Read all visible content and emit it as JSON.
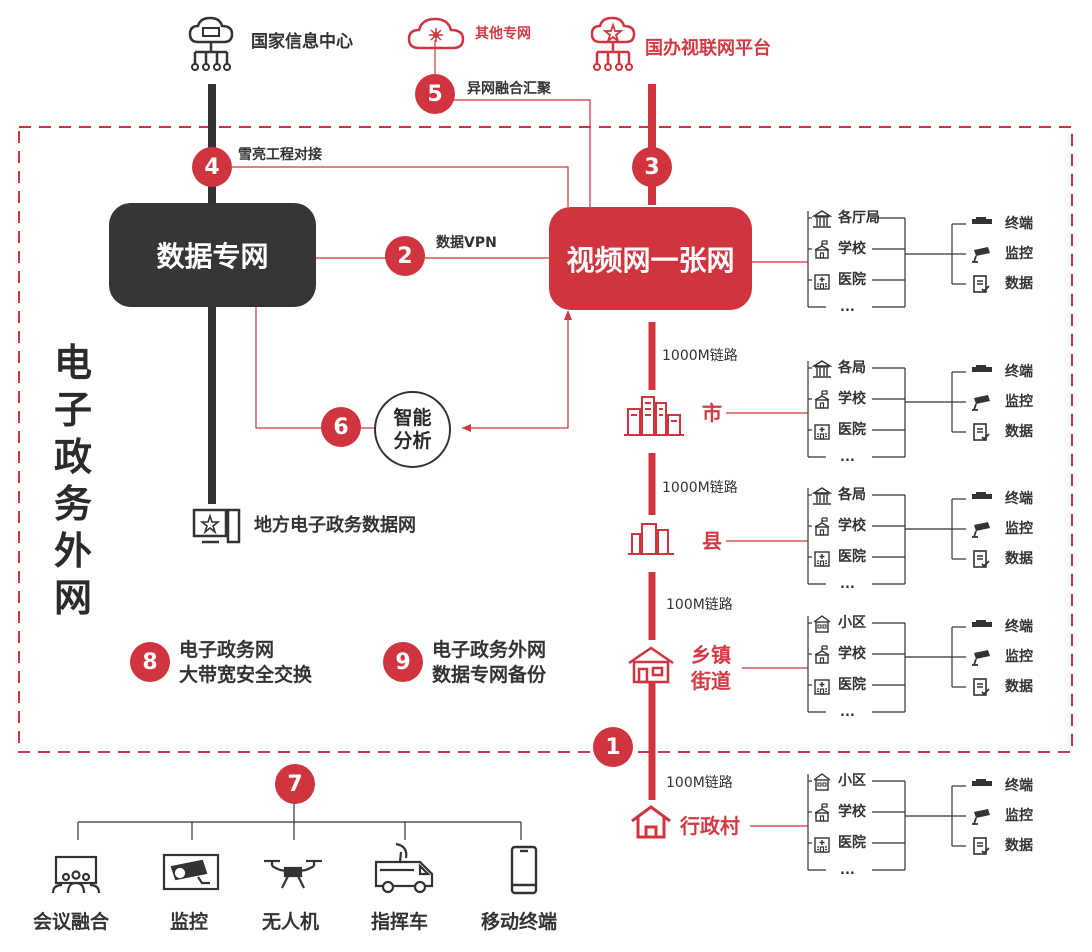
{
  "colors": {
    "red": "#d0343f",
    "dark": "#363636",
    "line": "#333333"
  },
  "top": {
    "national_center": "国家信息中心",
    "other_network": "其他专网",
    "state_platform": "国办视联网平台"
  },
  "links": {
    "n1": "1",
    "n2": "2",
    "n3": "3",
    "n4": "4",
    "n5": "5",
    "n6": "6",
    "n7": "7",
    "n8": "8",
    "n9": "9",
    "l2": "数据VPN",
    "l4": "雪亮工程对接",
    "l5": "异网融合汇聚"
  },
  "core": {
    "data_network": "数据专网",
    "video_network": "视频网一张网",
    "smart_line1": "智能",
    "smart_line2": "分析",
    "local_network": "地方电子政务数据网"
  },
  "egov_vertical": [
    "电",
    "子",
    "政",
    "务",
    "外",
    "网"
  ],
  "feature8": {
    "line1": "电子政务网",
    "line2": "大带宽安全交换"
  },
  "feature9": {
    "line1": "电子政务外网",
    "line2": "数据专网备份"
  },
  "levels": {
    "city": "市",
    "county": "县",
    "town_line1": "乡镇",
    "town_line2": "街道",
    "village": "行政村"
  },
  "link_speeds": {
    "s1": "1000M链路",
    "s2": "1000M链路",
    "s3": "100M链路",
    "s4": "100M链路"
  },
  "groups": [
    {
      "items": [
        "各厅局",
        "学校",
        "医院"
      ],
      "more": "...",
      "icons": [
        "government-building-icon",
        "school-icon",
        "hospital-icon"
      ]
    },
    {
      "items": [
        "各局",
        "学校",
        "医院"
      ],
      "more": "...",
      "icons": [
        "government-building-icon",
        "school-icon",
        "hospital-icon"
      ]
    },
    {
      "items": [
        "各局",
        "学校",
        "医院"
      ],
      "more": "...",
      "icons": [
        "government-building-icon",
        "school-icon",
        "hospital-icon"
      ]
    },
    {
      "items": [
        "小区",
        "学校",
        "医院"
      ],
      "more": "...",
      "icons": [
        "residential-icon",
        "school-icon",
        "hospital-icon"
      ]
    },
    {
      "items": [
        "小区",
        "学校",
        "医院"
      ],
      "more": "...",
      "icons": [
        "residential-icon",
        "school-icon",
        "hospital-icon"
      ]
    }
  ],
  "endpoints": {
    "terminal": "终端",
    "monitor": "监控",
    "data": "数据"
  },
  "bottom_devices": [
    "会议融合",
    "监控",
    "无人机",
    "指挥车",
    "移动终端"
  ]
}
